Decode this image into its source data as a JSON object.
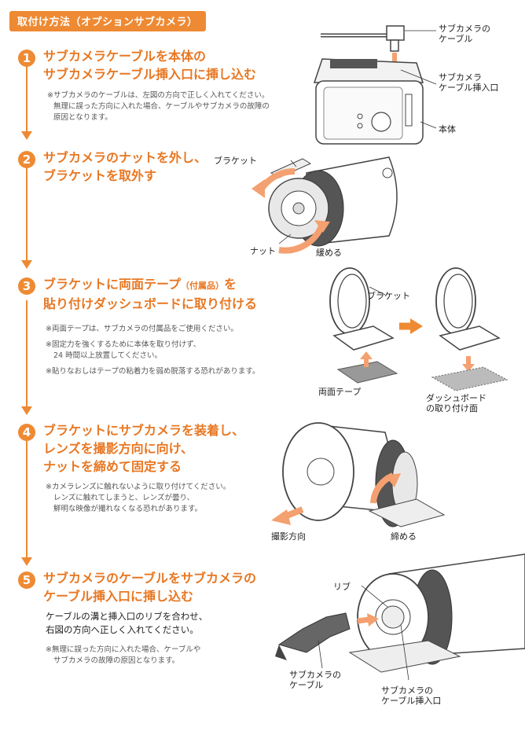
{
  "header": {
    "title": "取付け方法（オプションサブカメラ）"
  },
  "steps": [
    {
      "number": "1",
      "title_lines": [
        "サブカメラケーブルを本体の",
        "サブカメラケーブル挿入口に挿し込む"
      ],
      "notes": [
        "※サブカメラのケーブルは、左図の方向で正しく入れてください。",
        "無理に誤った方向に入れた場合、ケーブルやサブカメラの故障の",
        "原因となります。"
      ],
      "labels": {
        "cable": [
          "サブカメラの",
          "ケーブル"
        ],
        "port": [
          "サブカメラ",
          "ケーブル挿入口"
        ],
        "body": "本体"
      }
    },
    {
      "number": "2",
      "title_lines": [
        "サブカメラのナットを外し、",
        "ブラケットを取外す"
      ],
      "labels": {
        "bracket": "ブラケット",
        "nut": "ナット",
        "loosen": "緩める"
      }
    },
    {
      "number": "3",
      "title_line1_a": "ブラケットに両面テープ",
      "title_line1_small": "（付属品）",
      "title_line1_b": "を",
      "title_line2": "貼り付けダッシュボードに取り付ける",
      "notes": [
        "※両面テープは、サブカメラの付属品をご使用ください。",
        "※固定力を強くするために本体を取り付けず、",
        "24 時間以上放置してください。",
        "※貼りなおしはテープの粘着力を弱め脱落する恐れがあります。"
      ],
      "labels": {
        "bracket": "ブラケット",
        "tape": "両面テープ",
        "surface": [
          "ダッシュボード",
          "の取り付け面"
        ]
      }
    },
    {
      "number": "4",
      "title_lines": [
        "ブラケットにサブカメラを装着し、",
        "レンズを撮影方向に向け、",
        "ナットを締めて固定する"
      ],
      "notes": [
        "※カメラレンズに触れないように取り付けてください。",
        "レンズに触れてしまうと、レンズが曇り、",
        "鮮明な映像が撮れなくなる恐れがあります。"
      ],
      "labels": {
        "direction": "撮影方向",
        "tighten": "締める"
      }
    },
    {
      "number": "5",
      "title_lines": [
        "サブカメラのケーブルをサブカメラの",
        "ケーブル挿入口に挿し込む"
      ],
      "body_lines": [
        "ケーブルの溝と挿入口のリブを合わせ、",
        "右図の方向へ正しく入れてください。"
      ],
      "notes": [
        "※無理に誤った方向に入れた場合、ケーブルや",
        "サブカメラの故障の原因となります。"
      ],
      "labels": {
        "rib": "リブ",
        "cable": [
          "サブカメラの",
          "ケーブル"
        ],
        "port": [
          "サブカメラの",
          "ケーブル挿入口"
        ]
      }
    }
  ],
  "colors": {
    "accent": "#ee8a33",
    "title": "#e87722"
  }
}
